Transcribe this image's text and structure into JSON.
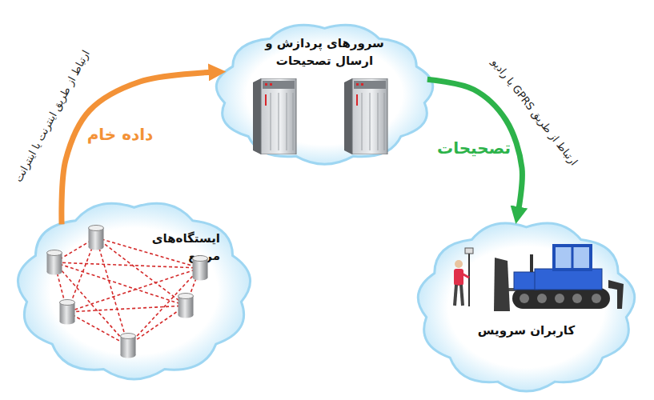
{
  "diagram": {
    "nodes": [
      {
        "text": [
          "سرورهای پردازش و ارسال تصحیحات"
        ]
      },
      {
        "text": [
          "ایستگاه‌های مرجع"
        ]
      },
      {
        "text": [
          "کاربران سرویس"
        ]
      }
    ],
    "edges": [
      {
        "from": 1,
        "to": 0,
        "label": "داده خام",
        "arrow": "to"
      },
      {
        "from": 0,
        "to": 2,
        "label": "تصحیحات",
        "arrow": "to"
      }
    ],
    "labels": [
      "ارتباط از طریق اینترنت یا اینترانت",
      "ارتباط از طریق GPRS یا رادیو"
    ]
  }
}
